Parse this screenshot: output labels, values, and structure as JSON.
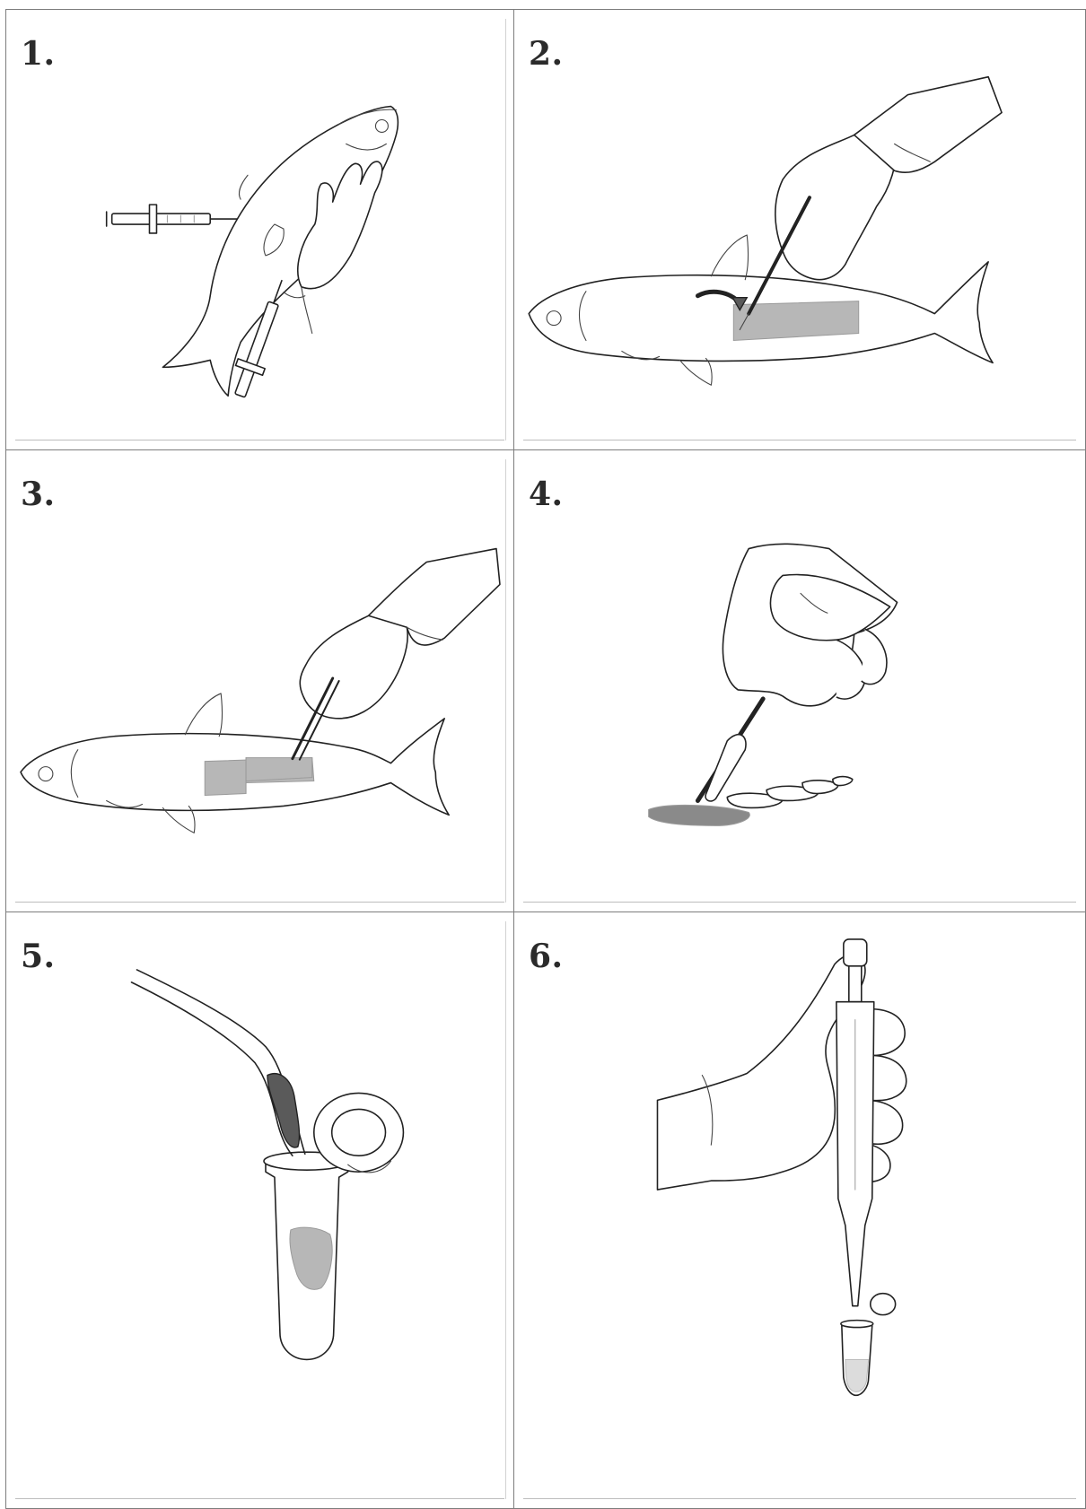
{
  "steps": [
    {
      "number": "1.",
      "icon": "syringe-blood-draw-icon"
    },
    {
      "number": "2.",
      "icon": "scalpel-scale-removal-icon"
    },
    {
      "number": "3.",
      "icon": "tissue-excision-icon"
    },
    {
      "number": "4.",
      "icon": "tissue-slicing-icon"
    },
    {
      "number": "5.",
      "icon": "forceps-tube-transfer-icon"
    },
    {
      "number": "6.",
      "icon": "pipette-dispense-icon"
    }
  ],
  "colors": {
    "border": "#7d7d7d",
    "ink": "#222222",
    "tissue": "#b7b7b7",
    "text": "#2b2b2b"
  }
}
